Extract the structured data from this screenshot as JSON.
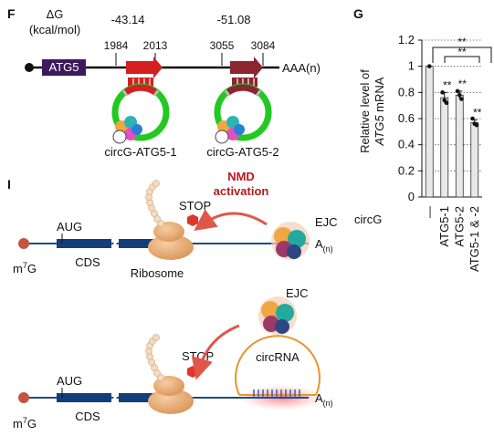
{
  "panel_f": {
    "letter": "F",
    "dg_label": "ΔG",
    "dg_unit": "(kcal/mol)",
    "dg1": "-43.14",
    "dg2": "-51.08",
    "pos1a": "1984",
    "pos1b": "2013",
    "pos2a": "3055",
    "pos2b": "3084",
    "gene": "ATG5",
    "polya": "AAA(n)",
    "circ1": "circG-ATG5-1",
    "circ2": "circG-ATG5-2",
    "colors": {
      "gene_box": "#3d1a5e",
      "site1": "#d42020",
      "site2": "#8b2530",
      "circ": "#22c922"
    }
  },
  "panel_g": {
    "letter": "G",
    "row_label": "circG",
    "sig_top": "**",
    "sig_mid": "**",
    "chart_data": {
      "type": "bar",
      "categories": [
        "—",
        "ATG5-1",
        "ATG5-2",
        "ATG5-1 & -2"
      ],
      "values": [
        1.0,
        0.76,
        0.78,
        0.57
      ],
      "errors": [
        0.0,
        0.04,
        0.03,
        0.02
      ],
      "points": [
        [
          1.0
        ],
        [
          0.8,
          0.74,
          0.72
        ],
        [
          0.81,
          0.78,
          0.75
        ],
        [
          0.6,
          0.56,
          0.55
        ]
      ],
      "significance": [
        "",
        "**",
        "**",
        "**"
      ],
      "ylabel_1": "Relative level of",
      "ylabel_2": "ATG5",
      "ylabel_3": " mRNA",
      "ylim": [
        0,
        1.2
      ],
      "yticks": [
        "0",
        "0.2",
        "0.4",
        "0.6",
        "0.8",
        "1",
        "1.2"
      ],
      "grid": "dotted horizontal"
    }
  },
  "panel_i": {
    "letter": "I",
    "nmd_line1": "NMD",
    "nmd_line2": "activation",
    "stop": "STOP",
    "aug": "AUG",
    "cds": "CDS",
    "cap": "m",
    "cap_sup": "7",
    "cap_g": "G",
    "ribosome": "Ribosome",
    "ejc": "EJC",
    "tail": "A",
    "tail_sub": "(n)",
    "circrna": "circRNA",
    "stop2": "STOP",
    "aug2": "AUG",
    "cds2": "CDS",
    "ejc2": "EJC"
  }
}
